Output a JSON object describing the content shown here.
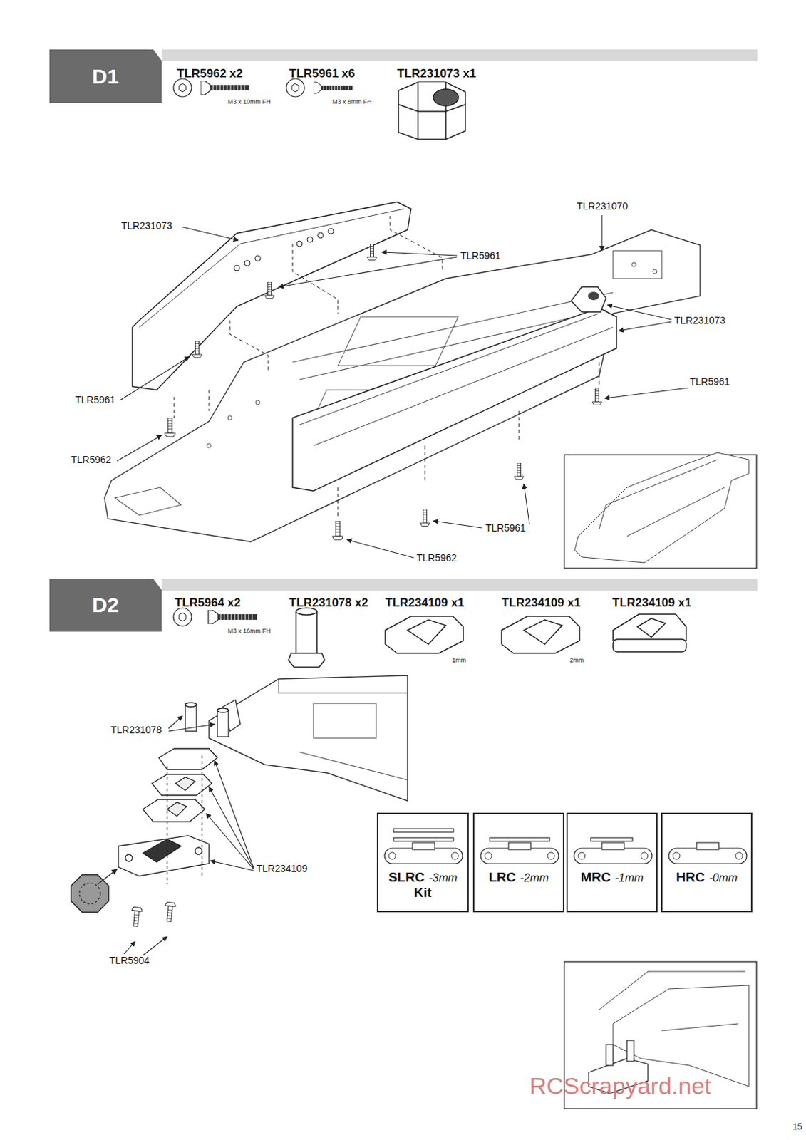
{
  "diagram": {
    "nodes": [
      {
        "text": [
          "D1"
        ]
      },
      {
        "text": [
          "D2"
        ]
      },
      {
        "text": [
          "SLRC",
          "-3mm",
          "Kit"
        ]
      },
      {
        "text": [
          "LRC",
          "-2mm"
        ]
      },
      {
        "text": [
          "MRC",
          "-1mm"
        ]
      },
      {
        "text": [
          "HRC",
          "-0mm"
        ]
      }
    ],
    "edges": [],
    "labels": [
      "TLR5962 x2",
      "M3 x 10mm FH",
      "TLR5961 x6",
      "M3 x 8mm FH",
      "TLR231073 x1",
      "TLR231073",
      "TLR231070",
      "TLR5961",
      "TLR231073",
      "TLR5961",
      "TLR5961",
      "TLR5962",
      "TLR5961",
      "TLR5962",
      "TLR5964 x2",
      "M3 x 16mm FH",
      "TLR231078 x2",
      "TLR234109 x1",
      "TLR234109 x1",
      "TLR234109 x1",
      "1mm",
      "2mm",
      "TLR231078",
      "TLR234109",
      "TLR5904",
      "RCScrapyard.net",
      "15"
    ]
  }
}
